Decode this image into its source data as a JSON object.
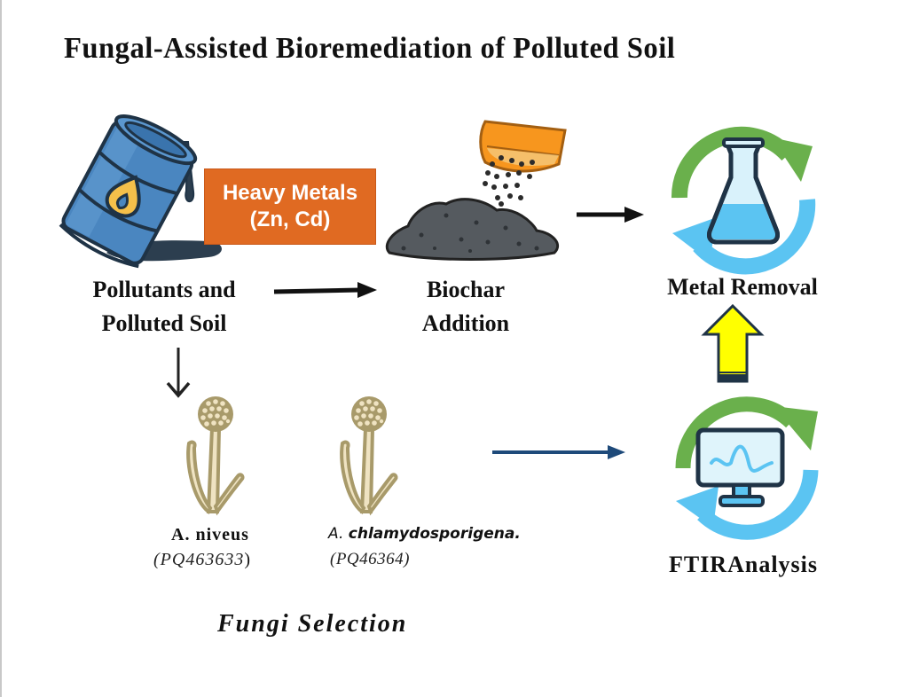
{
  "title": "Fungal-Assisted Bioremediation of Polluted Soil",
  "nodes": {
    "pollutants": {
      "label_line1": "Pollutants and",
      "label_line2": "Polluted Soil",
      "icon": "oil-barrel-icon"
    },
    "heavy_metals": {
      "line1": "Heavy Metals",
      "line2": "(Zn, Cd)",
      "color": "#e06a22"
    },
    "biochar": {
      "label_line1": "Biochar",
      "label_line2": "Addition",
      "icon": "biochar-pile-icon"
    },
    "metal_removal": {
      "label": "Metal Removal",
      "icon": "flask-cycle-icon"
    },
    "ftir": {
      "label": "FTIRAnalysis",
      "icon": "monitor-cycle-icon"
    },
    "fungi": {
      "section_label": "Fungi Selection",
      "species": [
        {
          "name": "A. niveus",
          "code": "(PQ463633",
          "code_close": ")"
        },
        {
          "name_prefix": "A. ",
          "name_bold": "chlamydosporigena.",
          "code": "(PQ46364)"
        }
      ],
      "icon": "fungus-icon"
    }
  },
  "colors": {
    "barrel": "#4a86c0",
    "outline": "#1f3346",
    "green_arrow": "#6ab04c",
    "blue_arrow": "#5bc4f2",
    "yellow_arrow": "#ffff00",
    "fungus": "#a89a6a",
    "navy_arrow": "#1e4a7a"
  }
}
